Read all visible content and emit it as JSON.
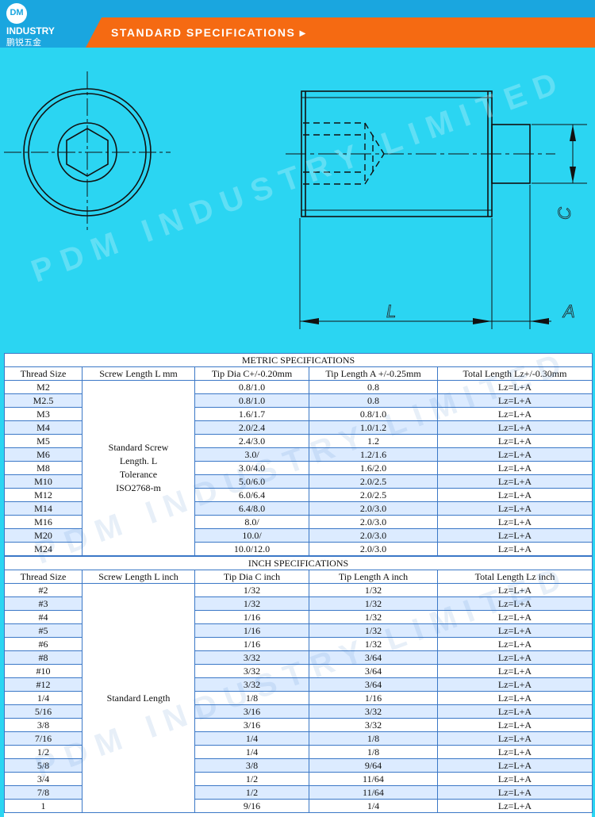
{
  "brand": {
    "logo": "DM",
    "name": "INDUSTRY",
    "name_cn": "鹏锐五金"
  },
  "banner": {
    "title": "STANDARD SPECIFICATIONS ▸"
  },
  "drawing": {
    "dim_l": "L",
    "dim_a": "A",
    "dim_c": "C"
  },
  "watermark": "PDM INDUSTRY LIMITED",
  "metric": {
    "title": "METRIC SPECIFICATIONS",
    "headers": [
      "Thread Size",
      "Screw Length L mm",
      "Tip Dia C+/-0.20mm",
      "Tip Length A +/-0.25mm",
      "Total Length Lz+/-0.30mm"
    ],
    "merged": [
      "Standard Screw",
      "Length. L",
      "Tolerance",
      "ISO2768-m"
    ],
    "rows": [
      [
        "M2",
        "0.8/1.0",
        "0.8",
        "Lz=L+A"
      ],
      [
        "M2.5",
        "0.8/1.0",
        "0.8",
        "Lz=L+A"
      ],
      [
        "M3",
        "1.6/1.7",
        "0.8/1.0",
        "Lz=L+A"
      ],
      [
        "M4",
        "2.0/2.4",
        "1.0/1.2",
        "Lz=L+A"
      ],
      [
        "M5",
        "2.4/3.0",
        "1.2",
        "Lz=L+A"
      ],
      [
        "M6",
        "3.0/",
        "1.2/1.6",
        "Lz=L+A"
      ],
      [
        "M8",
        "3.0/4.0",
        "1.6/2.0",
        "Lz=L+A"
      ],
      [
        "M10",
        "5.0/6.0",
        "2.0/2.5",
        "Lz=L+A"
      ],
      [
        "M12",
        "6.0/6.4",
        "2.0/2.5",
        "Lz=L+A"
      ],
      [
        "M14",
        "6.4/8.0",
        "2.0/3.0",
        "Lz=L+A"
      ],
      [
        "M16",
        "8.0/",
        "2.0/3.0",
        "Lz=L+A"
      ],
      [
        "M20",
        "10.0/",
        "2.0/3.0",
        "Lz=L+A"
      ],
      [
        "M24",
        "10.0/12.0",
        "2.0/3.0",
        "Lz=L+A"
      ]
    ]
  },
  "inch": {
    "title": "INCH SPECIFICATIONS",
    "headers": [
      "Thread Size",
      "Screw Length L inch",
      "Tip Dia C  inch",
      "Tip Length A  inch",
      "Total Length Lz inch"
    ],
    "merged": [
      "Standard Length"
    ],
    "rows": [
      [
        "#2",
        "1/32",
        "1/32",
        "Lz=L+A"
      ],
      [
        "#3",
        "1/32",
        "1/32",
        "Lz=L+A"
      ],
      [
        "#4",
        "1/16",
        "1/32",
        "Lz=L+A"
      ],
      [
        "#5",
        "1/16",
        "1/32",
        "Lz=L+A"
      ],
      [
        "#6",
        "1/16",
        "1/32",
        "Lz=L+A"
      ],
      [
        "#8",
        "3/32",
        "3/64",
        "Lz=L+A"
      ],
      [
        "#10",
        "3/32",
        "3/64",
        "Lz=L+A"
      ],
      [
        "#12",
        "3/32",
        "3/64",
        "Lz=L+A"
      ],
      [
        "1/4",
        "1/8",
        "1/16",
        "Lz=L+A"
      ],
      [
        "5/16",
        "3/16",
        "3/32",
        "Lz=L+A"
      ],
      [
        "3/8",
        "3/16",
        "3/32",
        "Lz=L+A"
      ],
      [
        "7/16",
        "1/4",
        "1/8",
        "Lz=L+A"
      ],
      [
        "1/2",
        "1/4",
        "1/8",
        "Lz=L+A"
      ],
      [
        "5/8",
        "3/8",
        "9/64",
        "Lz=L+A"
      ],
      [
        "3/4",
        "1/2",
        "11/64",
        "Lz=L+A"
      ],
      [
        "7/8",
        "1/2",
        "11/64",
        "Lz=L+A"
      ],
      [
        "1",
        "9/16",
        "1/4",
        "Lz=L+A"
      ]
    ]
  }
}
